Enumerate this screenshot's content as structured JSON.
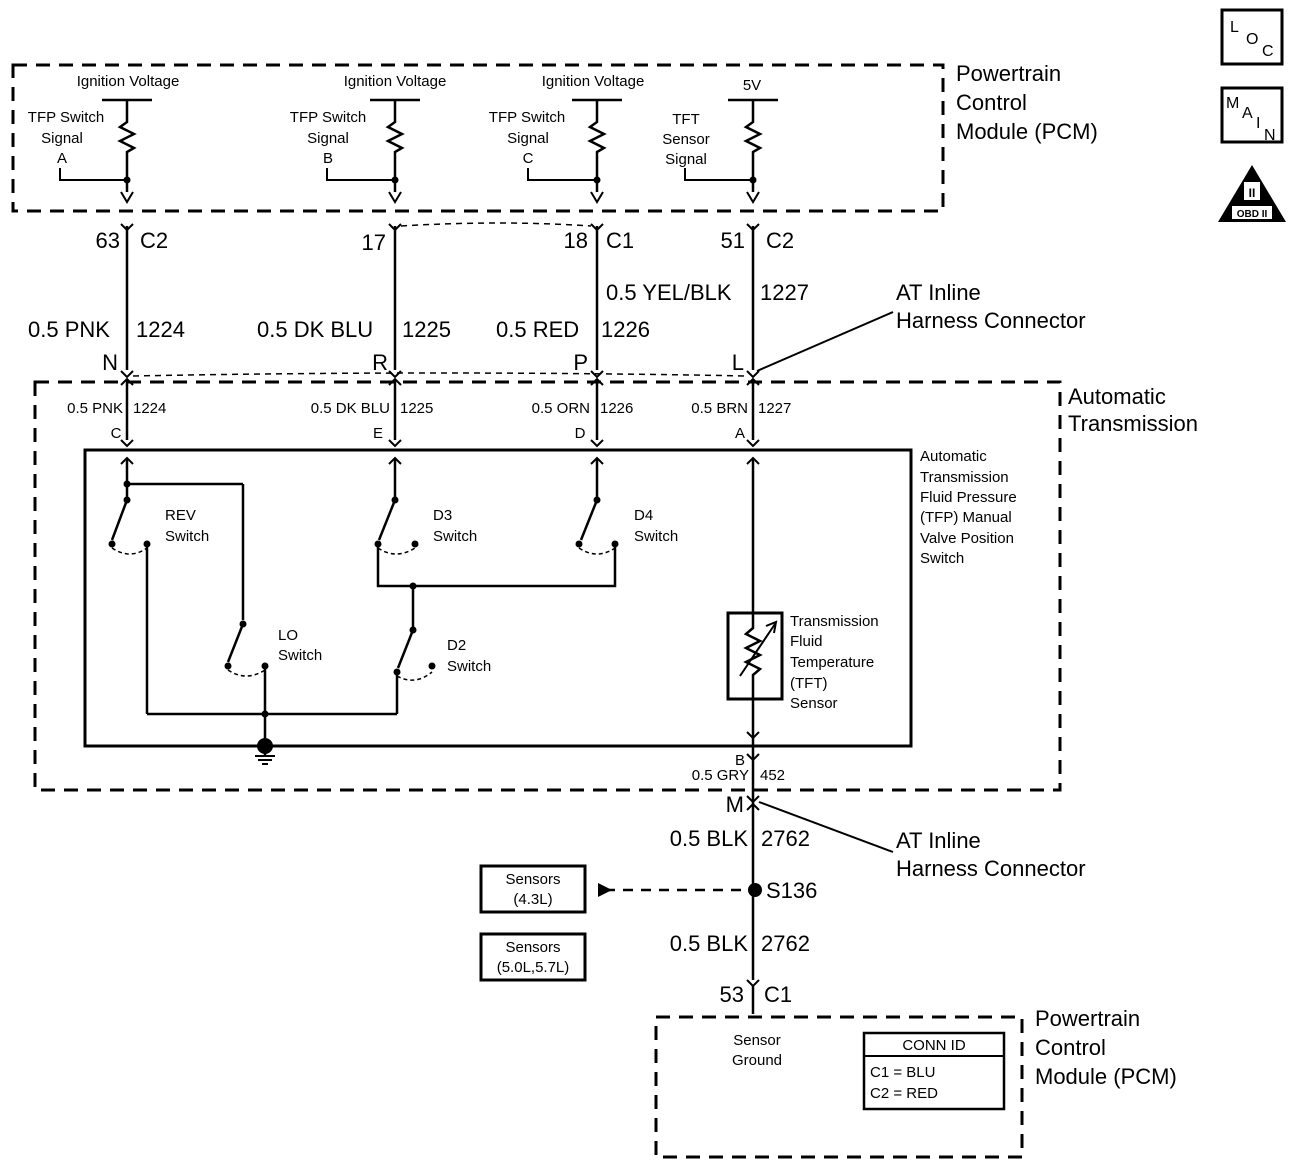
{
  "badges": {
    "loc": [
      "L",
      "O",
      "C"
    ],
    "main": [
      "M",
      "A",
      "I",
      "N"
    ],
    "obd_roman": "II",
    "obd_text": "OBD II"
  },
  "pcm_top": {
    "label": [
      "Powertrain",
      "Control",
      "Module (PCM)"
    ],
    "supplies": {
      "a": "Ignition Voltage",
      "b": "Ignition Voltage",
      "c": "Ignition Voltage",
      "d": "5V"
    },
    "signals": {
      "a": [
        "TFP Switch",
        "Signal",
        "A"
      ],
      "b": [
        "TFP Switch",
        "Signal",
        "B"
      ],
      "c": [
        "TFP Switch",
        "Signal",
        "C"
      ],
      "d": [
        "TFT",
        "Sensor",
        "Signal"
      ]
    }
  },
  "pcm_pins": {
    "a": {
      "pin": "63",
      "conn": "C2"
    },
    "b": {
      "pin": "17",
      "conn": ""
    },
    "c": {
      "pin": "18",
      "conn": "C1"
    },
    "d": {
      "pin": "51",
      "conn": "C2"
    }
  },
  "wires_upper": {
    "a": {
      "size": "0.5 PNK",
      "circuit": "1224"
    },
    "b": {
      "size": "0.5 DK BLU",
      "circuit": "1225"
    },
    "c": {
      "size": "0.5 RED",
      "circuit": "1226"
    },
    "d": {
      "size": "0.5 YEL/BLK",
      "circuit": "1227"
    }
  },
  "inline_connector_top": {
    "pins": {
      "a": "N",
      "b": "R",
      "c": "P",
      "d": "L"
    },
    "label": [
      "AT Inline",
      "Harness Connector"
    ]
  },
  "transmission": {
    "label": [
      "Automatic",
      "Transmission"
    ],
    "wires": {
      "a": {
        "size": "0.5 PNK",
        "circuit": "1224",
        "pin": "C"
      },
      "b": {
        "size": "0.5 DK BLU",
        "circuit": "1225",
        "pin": "E"
      },
      "c": {
        "size": "0.5 ORN",
        "circuit": "1226",
        "pin": "D"
      },
      "d": {
        "size": "0.5 BRN",
        "circuit": "1227",
        "pin": "A"
      }
    },
    "tfp_label": [
      "Automatic",
      "Transmission",
      "Fluid Pressure",
      "(TFP) Manual",
      "Valve Position",
      "Switch"
    ],
    "switches": {
      "rev": [
        "REV",
        "Switch"
      ],
      "d3": [
        "D3",
        "Switch"
      ],
      "d4": [
        "D4",
        "Switch"
      ],
      "lo": [
        "LO",
        "Switch"
      ],
      "d2": [
        "D2",
        "Switch"
      ]
    },
    "tft_label": [
      "Transmission",
      "Fluid",
      "Temperature",
      "(TFT)",
      "Sensor"
    ],
    "bottom_wire": {
      "pin": "B",
      "size": "0.5 GRY",
      "circuit": "452"
    }
  },
  "inline_connector_bottom": {
    "pin": "M",
    "label": [
      "AT Inline",
      "Harness Connector"
    ]
  },
  "ground_path": {
    "wire1": {
      "size": "0.5 BLK",
      "circuit": "2762"
    },
    "splice": "S136",
    "wire2": {
      "size": "0.5 BLK",
      "circuit": "2762"
    },
    "pin": "53",
    "conn": "C1"
  },
  "sensors_boxes": {
    "a": [
      "Sensors",
      "(4.3L)"
    ],
    "b": [
      "Sensors",
      "(5.0L,5.7L)"
    ]
  },
  "pcm_bottom": {
    "label": [
      "Powertrain",
      "Control",
      "Module (PCM)"
    ],
    "ground_label": [
      "Sensor",
      "Ground"
    ],
    "conn_id": {
      "title": "CONN ID",
      "rows": [
        "C1 = BLU",
        "C2 = RED"
      ]
    }
  }
}
